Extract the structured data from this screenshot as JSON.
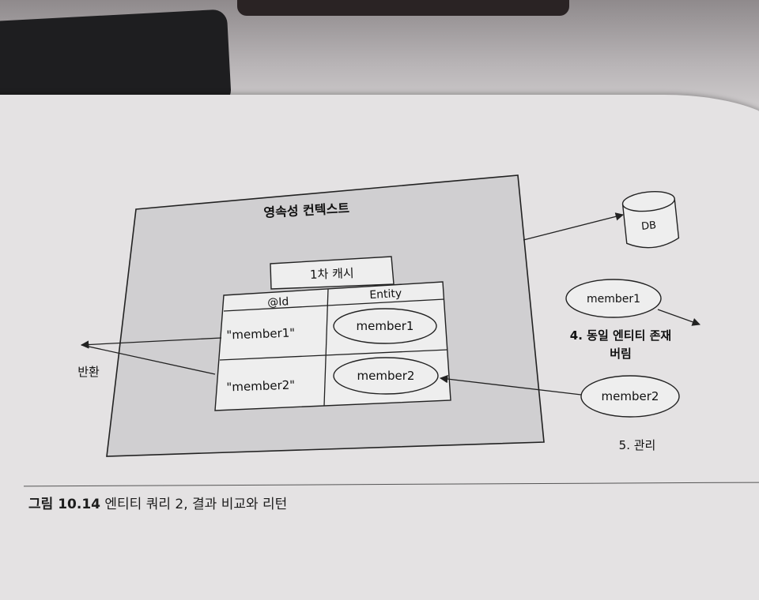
{
  "diagram": {
    "context_title": "영속성 컨텍스트",
    "cache_title": "1차 캐시",
    "col_id": "@Id",
    "col_entity": "Entity",
    "rows": [
      {
        "id": "\"member1\"",
        "entity": "member1"
      },
      {
        "id": "\"member2\"",
        "entity": "member2"
      }
    ],
    "return_label": "반환",
    "db_label": "DB",
    "incoming": [
      {
        "entity": "member1",
        "note_line1": "4. 동일 엔티티 존재",
        "note_line2": "버림"
      },
      {
        "entity": "member2",
        "note": "5. 관리"
      }
    ]
  },
  "caption": {
    "figure": "그림 10.14",
    "text": " 엔티티 쿼리 2, 결과 비교와 리턴"
  }
}
